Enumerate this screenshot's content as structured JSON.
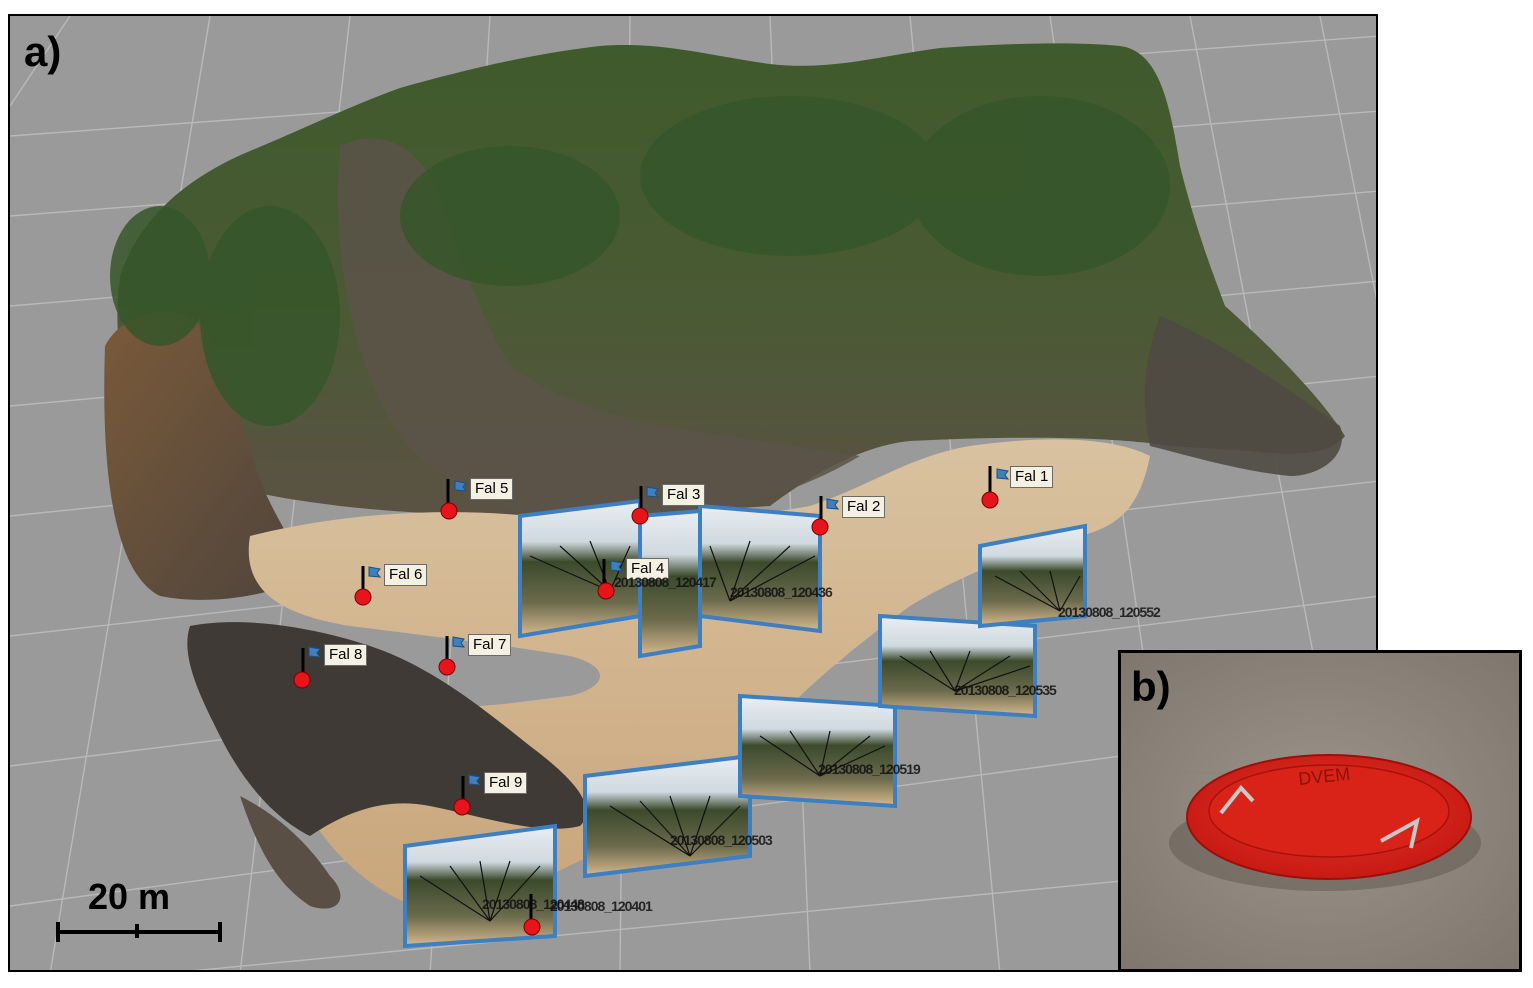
{
  "panels": {
    "a": {
      "label": "a)"
    },
    "b": {
      "label": "b)",
      "plate_text": "DVEM"
    }
  },
  "scale_bar": {
    "label": "20 m"
  },
  "markers": [
    {
      "id": "fal1",
      "label": "Fal 1"
    },
    {
      "id": "fal2",
      "label": "Fal 2"
    },
    {
      "id": "fal3",
      "label": "Fal 3"
    },
    {
      "id": "fal4",
      "label": "Fal 4"
    },
    {
      "id": "fal5",
      "label": "Fal 5"
    },
    {
      "id": "fal6",
      "label": "Fal 6"
    },
    {
      "id": "fal7",
      "label": "Fal 7"
    },
    {
      "id": "fal8",
      "label": "Fal 8"
    },
    {
      "id": "fal9",
      "label": "Fal 9"
    }
  ],
  "photo_labels": [
    "20130808_120552",
    "20130808_120535",
    "20130808_120519",
    "20130808_120503",
    "20130808_120448",
    "20130808_120436",
    "20130808_120417",
    "20130808_120401"
  ],
  "colors": {
    "grid_bg": "#9a9a9a",
    "grid_line": "#bdbdbd",
    "marker_red": "#e8141c",
    "camera_blue": "#3d7fc0",
    "plate_red": "#e3271e"
  }
}
